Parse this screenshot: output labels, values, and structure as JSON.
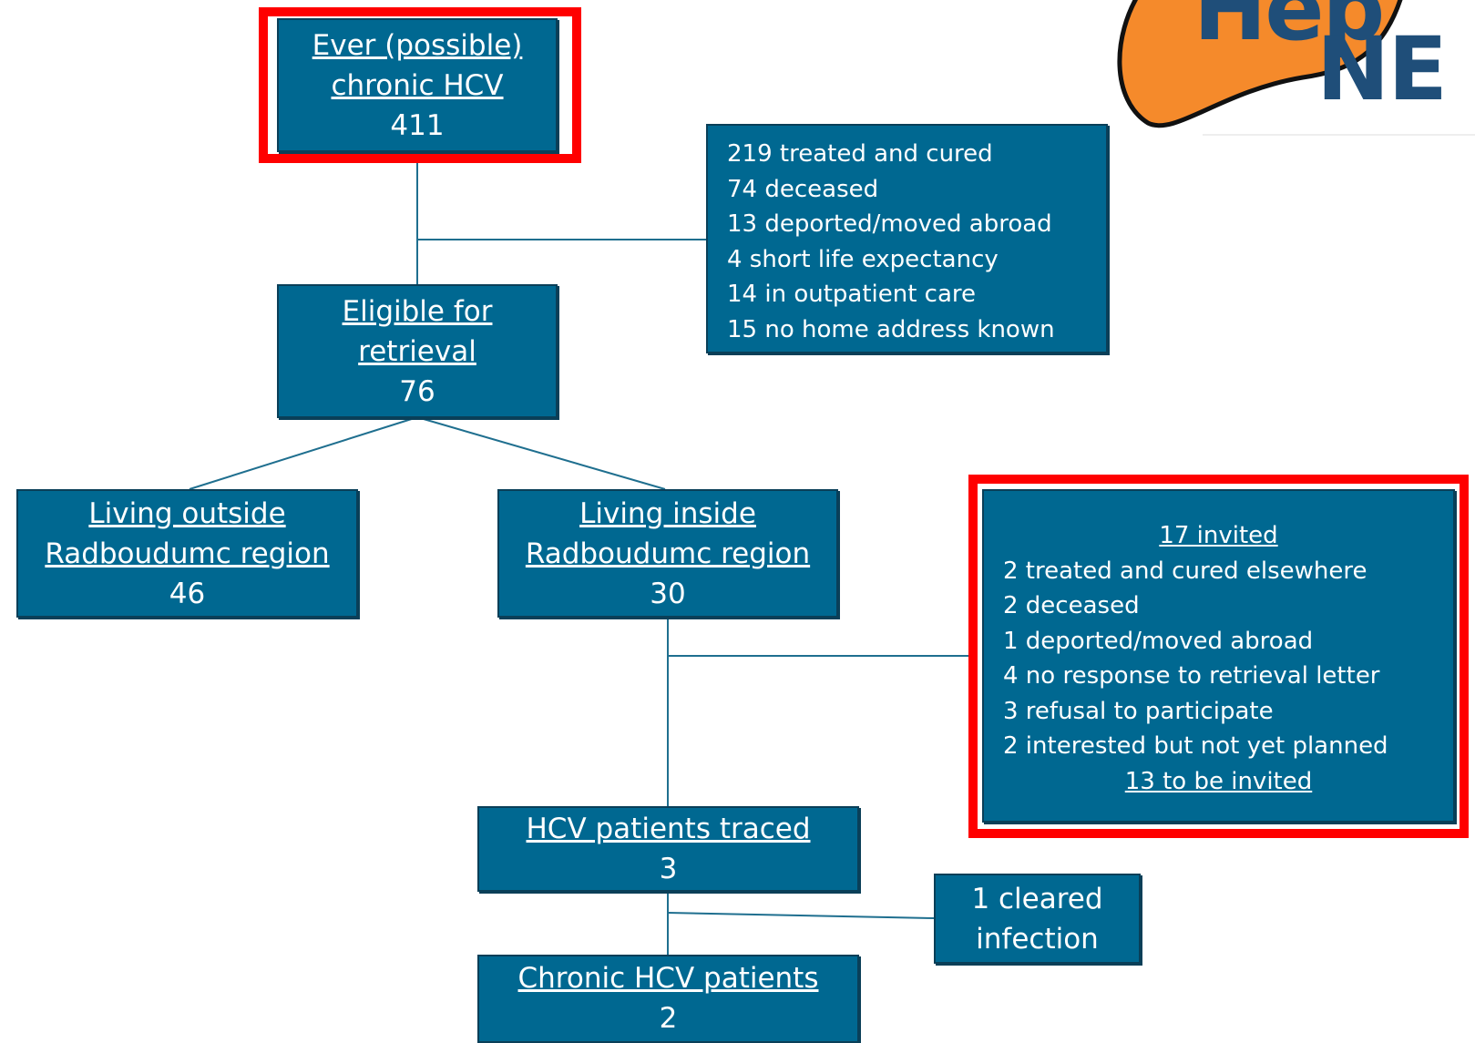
{
  "logo": {
    "partial_text_top": "Hep",
    "partial_text_bottom": "NE",
    "shape_color": "#f58a2b"
  },
  "colors": {
    "box_fill": "#006891",
    "box_border": "#0a3f58",
    "highlight": "#ff0000",
    "connector": "#1f6f8f"
  },
  "boxes": {
    "ever_hcv": {
      "line1": "Ever (possible)",
      "line2": "chronic HCV",
      "count": "411"
    },
    "eligible": {
      "line1": "Eligible for",
      "line2": "retrieval",
      "count": "76"
    },
    "outside": {
      "line1": "Living outside",
      "line2": "Radboudumc region",
      "count": "46"
    },
    "inside": {
      "line1": "Living inside",
      "line2": "Radboudumc region",
      "count": "30"
    },
    "traced": {
      "line1": "HCV patients traced",
      "count": "3"
    },
    "chronic": {
      "line1": "Chronic HCV patients",
      "count": "2"
    },
    "cleared": {
      "line1": "1 cleared",
      "line2": "infection"
    }
  },
  "exclusions_top": [
    "219 treated and cured",
    "74 deceased",
    "13 deported/moved abroad",
    "4 short life expectancy",
    "14 in outpatient care",
    "15 no home address known"
  ],
  "exclusions_inside": {
    "header": "17 invited",
    "items": [
      "2 treated and cured elsewhere",
      "2 deceased",
      "1 deported/moved abroad",
      "4 no response to retrieval letter",
      "3 refusal to participate",
      "2 interested but not yet planned"
    ],
    "footer": "13 to be invited"
  }
}
